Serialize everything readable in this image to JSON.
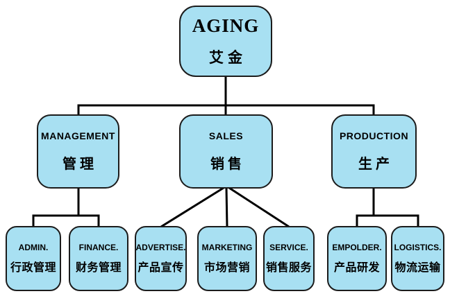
{
  "org_chart": {
    "nodes": [
      {
        "id": "aging",
        "level": 1,
        "label_en": "AGING",
        "label_zh": "艾金"
      },
      {
        "id": "management",
        "level": 2,
        "label_en": "MANAGEMENT",
        "label_zh": "管理"
      },
      {
        "id": "sales",
        "level": 2,
        "label_en": "SALES",
        "label_zh": "销售"
      },
      {
        "id": "production",
        "level": 2,
        "label_en": "PRODUCTION",
        "label_zh": "生产"
      },
      {
        "id": "admin",
        "level": 3,
        "label_en": "ADMIN.",
        "label_zh": "行政管理"
      },
      {
        "id": "finance",
        "level": 3,
        "label_en": "FINANCE.",
        "label_zh": "财务管理"
      },
      {
        "id": "advertise",
        "level": 3,
        "label_en": "ADVERTISE.",
        "label_zh": "产品宣传"
      },
      {
        "id": "marketing",
        "level": 3,
        "label_en": "MARKETING",
        "label_zh": "市场营销"
      },
      {
        "id": "service",
        "level": 3,
        "label_en": "SERVICE.",
        "label_zh": "销售服务"
      },
      {
        "id": "empolder",
        "level": 3,
        "label_en": "EMPOLDER.",
        "label_zh": "产品研发"
      },
      {
        "id": "logistics",
        "level": 3,
        "label_en": "LOGISTICS.",
        "label_zh": "物流运输"
      }
    ],
    "edges": [
      [
        "aging",
        "management"
      ],
      [
        "aging",
        "sales"
      ],
      [
        "aging",
        "production"
      ],
      [
        "management",
        "admin"
      ],
      [
        "management",
        "finance"
      ],
      [
        "sales",
        "advertise"
      ],
      [
        "sales",
        "marketing"
      ],
      [
        "sales",
        "service"
      ],
      [
        "production",
        "empolder"
      ],
      [
        "production",
        "logistics"
      ]
    ],
    "colors": {
      "node_fill": "#A8E0F2",
      "node_border": "#1B1B1B",
      "connector": "#000000",
      "text": "#000000",
      "background": "#FFFFFF"
    }
  }
}
